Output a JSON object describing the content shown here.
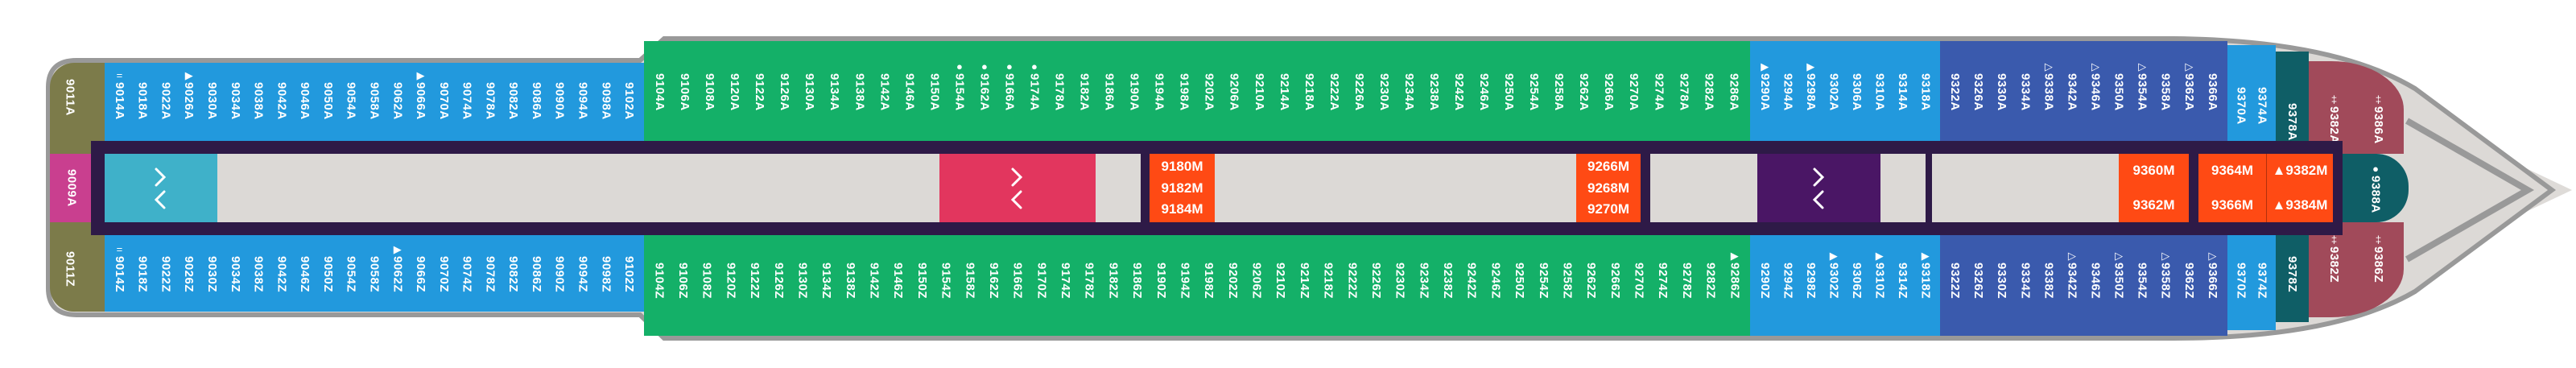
{
  "colors": {
    "olive": "#7c7b4a",
    "blue": "#2299dd",
    "green": "#14b068",
    "dark_blue": "#3a5aad",
    "teal": "#0f5e66",
    "maroon": "#a14a5a",
    "magenta": "#c93f8f",
    "corridor": "#2e1a47",
    "floor": "#dcd9d6",
    "orange": "#ff4a14",
    "pink": "#e2365e",
    "purple": "#4a1665",
    "elevator": "#3fb1c9"
  },
  "stern": {
    "top": "9011A",
    "bottom": "9011Z",
    "center": "9009A"
  },
  "bow": {
    "center": "9388A",
    "center_marker": "●"
  },
  "sections": {
    "blue1_top": [
      {
        "n": "9014A",
        "m": "="
      },
      {
        "n": "9018A",
        "m": ""
      },
      {
        "n": "9022A",
        "m": ""
      },
      {
        "n": "9026A",
        "m": "▶"
      },
      {
        "n": "9030A",
        "m": ""
      },
      {
        "n": "9034A",
        "m": ""
      },
      {
        "n": "9038A",
        "m": ""
      },
      {
        "n": "9042A",
        "m": ""
      },
      {
        "n": "9046A",
        "m": ""
      },
      {
        "n": "9050A",
        "m": ""
      },
      {
        "n": "9054A",
        "m": ""
      },
      {
        "n": "9058A",
        "m": ""
      },
      {
        "n": "9062A",
        "m": ""
      },
      {
        "n": "9066A",
        "m": "▶"
      },
      {
        "n": "9070A",
        "m": ""
      },
      {
        "n": "9074A",
        "m": ""
      },
      {
        "n": "9078A",
        "m": ""
      },
      {
        "n": "9082A",
        "m": ""
      },
      {
        "n": "9086A",
        "m": ""
      },
      {
        "n": "9090A",
        "m": ""
      },
      {
        "n": "9094A",
        "m": ""
      },
      {
        "n": "9098A",
        "m": ""
      },
      {
        "n": "9102A",
        "m": ""
      }
    ],
    "blue1_bot": [
      {
        "n": "9014Z",
        "m": "="
      },
      {
        "n": "9018Z",
        "m": ""
      },
      {
        "n": "9022Z",
        "m": ""
      },
      {
        "n": "9026Z",
        "m": ""
      },
      {
        "n": "9030Z",
        "m": ""
      },
      {
        "n": "9034Z",
        "m": ""
      },
      {
        "n": "9038Z",
        "m": ""
      },
      {
        "n": "9042Z",
        "m": ""
      },
      {
        "n": "9046Z",
        "m": ""
      },
      {
        "n": "9050Z",
        "m": ""
      },
      {
        "n": "9054Z",
        "m": ""
      },
      {
        "n": "9058Z",
        "m": ""
      },
      {
        "n": "9062Z",
        "m": "▶"
      },
      {
        "n": "9066Z",
        "m": ""
      },
      {
        "n": "9070Z",
        "m": ""
      },
      {
        "n": "9074Z",
        "m": ""
      },
      {
        "n": "9078Z",
        "m": ""
      },
      {
        "n": "9082Z",
        "m": ""
      },
      {
        "n": "9086Z",
        "m": ""
      },
      {
        "n": "9090Z",
        "m": ""
      },
      {
        "n": "9094Z",
        "m": ""
      },
      {
        "n": "9098Z",
        "m": ""
      },
      {
        "n": "9102Z",
        "m": ""
      }
    ],
    "green_top": [
      {
        "n": "9104A",
        "m": ""
      },
      {
        "n": "9106A",
        "m": ""
      },
      {
        "n": "9108A",
        "m": ""
      },
      {
        "n": "9120A",
        "m": ""
      },
      {
        "n": "9122A",
        "m": ""
      },
      {
        "n": "9126A",
        "m": ""
      },
      {
        "n": "9130A",
        "m": ""
      },
      {
        "n": "9134A",
        "m": ""
      },
      {
        "n": "9138A",
        "m": ""
      },
      {
        "n": "9142A",
        "m": ""
      },
      {
        "n": "9146A",
        "m": ""
      },
      {
        "n": "9150A",
        "m": ""
      },
      {
        "n": "9154A",
        "m": "●"
      },
      {
        "n": "9162A",
        "m": "●"
      },
      {
        "n": "9166A",
        "m": "●"
      },
      {
        "n": "9174A",
        "m": "●"
      },
      {
        "n": "9178A",
        "m": ""
      },
      {
        "n": "9182A",
        "m": ""
      },
      {
        "n": "9186A",
        "m": ""
      },
      {
        "n": "9190A",
        "m": ""
      },
      {
        "n": "9194A",
        "m": ""
      },
      {
        "n": "9198A",
        "m": ""
      },
      {
        "n": "9202A",
        "m": ""
      },
      {
        "n": "9206A",
        "m": ""
      },
      {
        "n": "9210A",
        "m": ""
      },
      {
        "n": "9214A",
        "m": ""
      },
      {
        "n": "9218A",
        "m": ""
      },
      {
        "n": "9222A",
        "m": ""
      },
      {
        "n": "9226A",
        "m": ""
      },
      {
        "n": "9230A",
        "m": ""
      },
      {
        "n": "9234A",
        "m": ""
      },
      {
        "n": "9238A",
        "m": ""
      },
      {
        "n": "9242A",
        "m": ""
      },
      {
        "n": "9246A",
        "m": ""
      },
      {
        "n": "9250A",
        "m": ""
      },
      {
        "n": "9254A",
        "m": ""
      },
      {
        "n": "9258A",
        "m": ""
      },
      {
        "n": "9262A",
        "m": ""
      },
      {
        "n": "9266A",
        "m": ""
      },
      {
        "n": "9270A",
        "m": ""
      },
      {
        "n": "9274A",
        "m": ""
      },
      {
        "n": "9278A",
        "m": ""
      },
      {
        "n": "9282A",
        "m": ""
      },
      {
        "n": "9286A",
        "m": ""
      }
    ],
    "green_bot": [
      {
        "n": "9104Z",
        "m": ""
      },
      {
        "n": "9106Z",
        "m": ""
      },
      {
        "n": "9108Z",
        "m": ""
      },
      {
        "n": "9120Z",
        "m": ""
      },
      {
        "n": "9122Z",
        "m": ""
      },
      {
        "n": "9126Z",
        "m": ""
      },
      {
        "n": "9130Z",
        "m": ""
      },
      {
        "n": "9134Z",
        "m": ""
      },
      {
        "n": "9138Z",
        "m": ""
      },
      {
        "n": "9142Z",
        "m": ""
      },
      {
        "n": "9146Z",
        "m": ""
      },
      {
        "n": "9150Z",
        "m": ""
      },
      {
        "n": "9154Z",
        "m": ""
      },
      {
        "n": "9158Z",
        "m": ""
      },
      {
        "n": "9162Z",
        "m": ""
      },
      {
        "n": "9166Z",
        "m": ""
      },
      {
        "n": "9170Z",
        "m": ""
      },
      {
        "n": "9174Z",
        "m": ""
      },
      {
        "n": "9178Z",
        "m": ""
      },
      {
        "n": "9182Z",
        "m": ""
      },
      {
        "n": "9186Z",
        "m": ""
      },
      {
        "n": "9190Z",
        "m": ""
      },
      {
        "n": "9194Z",
        "m": ""
      },
      {
        "n": "9198Z",
        "m": ""
      },
      {
        "n": "9202Z",
        "m": ""
      },
      {
        "n": "9206Z",
        "m": ""
      },
      {
        "n": "9210Z",
        "m": ""
      },
      {
        "n": "9214Z",
        "m": ""
      },
      {
        "n": "9218Z",
        "m": ""
      },
      {
        "n": "9222Z",
        "m": ""
      },
      {
        "n": "9226Z",
        "m": ""
      },
      {
        "n": "9230Z",
        "m": ""
      },
      {
        "n": "9234Z",
        "m": ""
      },
      {
        "n": "9238Z",
        "m": ""
      },
      {
        "n": "9242Z",
        "m": ""
      },
      {
        "n": "9246Z",
        "m": ""
      },
      {
        "n": "9250Z",
        "m": ""
      },
      {
        "n": "9254Z",
        "m": ""
      },
      {
        "n": "9258Z",
        "m": ""
      },
      {
        "n": "9262Z",
        "m": ""
      },
      {
        "n": "9266Z",
        "m": ""
      },
      {
        "n": "9270Z",
        "m": ""
      },
      {
        "n": "9274Z",
        "m": ""
      },
      {
        "n": "9278Z",
        "m": ""
      },
      {
        "n": "9282Z",
        "m": ""
      },
      {
        "n": "9286Z",
        "m": "▶"
      }
    ],
    "blue2_top": [
      {
        "n": "9290A",
        "m": "▶"
      },
      {
        "n": "9294A",
        "m": ""
      },
      {
        "n": "9298A",
        "m": "▶"
      },
      {
        "n": "9302A",
        "m": ""
      },
      {
        "n": "9306A",
        "m": ""
      },
      {
        "n": "9310A",
        "m": ""
      },
      {
        "n": "9314A",
        "m": ""
      },
      {
        "n": "9318A",
        "m": ""
      }
    ],
    "blue2_bot": [
      {
        "n": "9290Z",
        "m": ""
      },
      {
        "n": "9294Z",
        "m": ""
      },
      {
        "n": "9298Z",
        "m": ""
      },
      {
        "n": "9302Z",
        "m": "▶"
      },
      {
        "n": "9306Z",
        "m": ""
      },
      {
        "n": "9310Z",
        "m": "▶"
      },
      {
        "n": "9314Z",
        "m": ""
      },
      {
        "n": "9318Z",
        "m": "▶"
      }
    ],
    "dblue_top": [
      {
        "n": "9322A",
        "m": ""
      },
      {
        "n": "9326A",
        "m": ""
      },
      {
        "n": "9330A",
        "m": ""
      },
      {
        "n": "9334A",
        "m": ""
      },
      {
        "n": "9338A",
        "m": "▷"
      },
      {
        "n": "9342A",
        "m": ""
      },
      {
        "n": "9346A",
        "m": "▷"
      },
      {
        "n": "9350A",
        "m": ""
      },
      {
        "n": "9354A",
        "m": "▷"
      },
      {
        "n": "9358A",
        "m": ""
      },
      {
        "n": "9362A",
        "m": "▷"
      },
      {
        "n": "9366A",
        "m": ""
      }
    ],
    "dblue_bot": [
      {
        "n": "9322Z",
        "m": ""
      },
      {
        "n": "9326Z",
        "m": ""
      },
      {
        "n": "9330Z",
        "m": ""
      },
      {
        "n": "9334Z",
        "m": ""
      },
      {
        "n": "9338Z",
        "m": ""
      },
      {
        "n": "9342Z",
        "m": "▷"
      },
      {
        "n": "9346Z",
        "m": ""
      },
      {
        "n": "9350Z",
        "m": "▷"
      },
      {
        "n": "9354Z",
        "m": ""
      },
      {
        "n": "9358Z",
        "m": "▷"
      },
      {
        "n": "9362Z",
        "m": ""
      },
      {
        "n": "9366Z",
        "m": "▷"
      }
    ],
    "lblue_top": [
      {
        "n": "9370A",
        "m": ""
      },
      {
        "n": "9374A",
        "m": ""
      }
    ],
    "lblue_bot": [
      {
        "n": "9370Z",
        "m": ""
      },
      {
        "n": "9374Z",
        "m": ""
      }
    ],
    "teal_top": [
      {
        "n": "9378A",
        "m": ""
      }
    ],
    "teal_bot": [
      {
        "n": "9378Z",
        "m": ""
      }
    ],
    "red_top": [
      {
        "n": "9382A",
        "m": "‡"
      },
      {
        "n": "9386A",
        "m": "‡"
      }
    ],
    "red_bot": [
      {
        "n": "9382Z",
        "m": "‡"
      },
      {
        "n": "9386Z",
        "m": "‡"
      }
    ]
  },
  "suites": {
    "a": [
      "9180M",
      "9182M",
      "9184M"
    ],
    "b": [
      "9266M",
      "9268M",
      "9270M"
    ],
    "c": [
      "9360M",
      "9362M"
    ],
    "d": [
      "9364M",
      "9366M"
    ],
    "e": [
      "▲9382M",
      "▲9384M"
    ]
  }
}
